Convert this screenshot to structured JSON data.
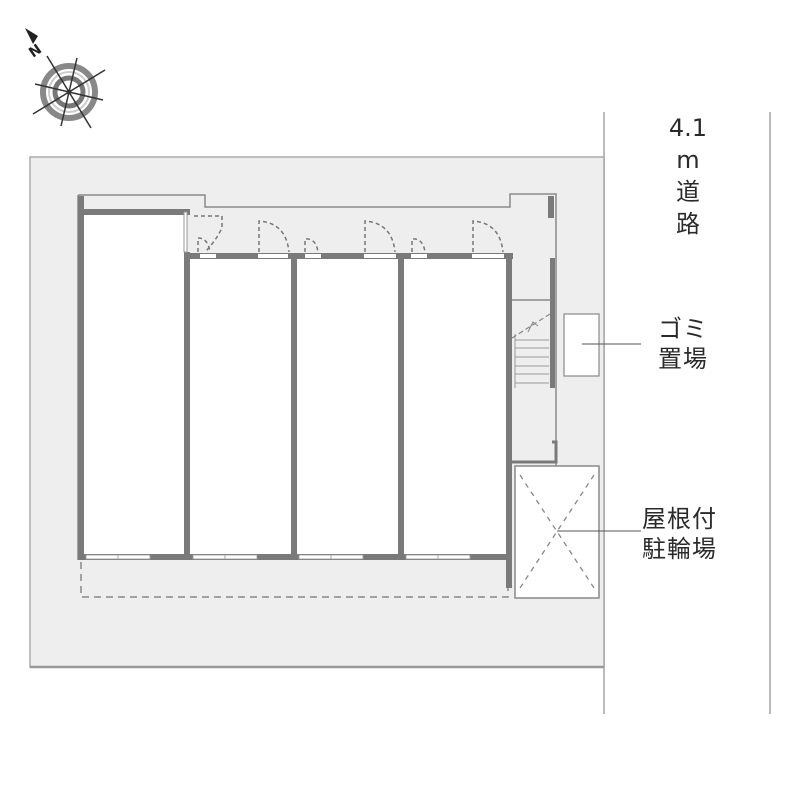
{
  "diagram": {
    "type": "site-plan",
    "compass": {
      "icon": "north-arrow-compass-icon",
      "letter": "N",
      "direction": "upper-left"
    },
    "road": {
      "width_value": "4.1",
      "unit": "m",
      "label_line1": "道",
      "label_line2": "路"
    },
    "garbage_area": {
      "label_line1": "ゴミ",
      "label_line2": "置場"
    },
    "bike_parking": {
      "label_line1": "屋根付",
      "label_line2": "駐輪場"
    },
    "building": {
      "unit_count": 4
    },
    "colors": {
      "site_fill": "#eeeeee",
      "site_border": "#999999",
      "wall": "#7a7a7a",
      "room_fill": "#ffffff",
      "road_line": "#bbbbbb",
      "text": "#2a2a2a",
      "dashed": "#777777"
    }
  }
}
